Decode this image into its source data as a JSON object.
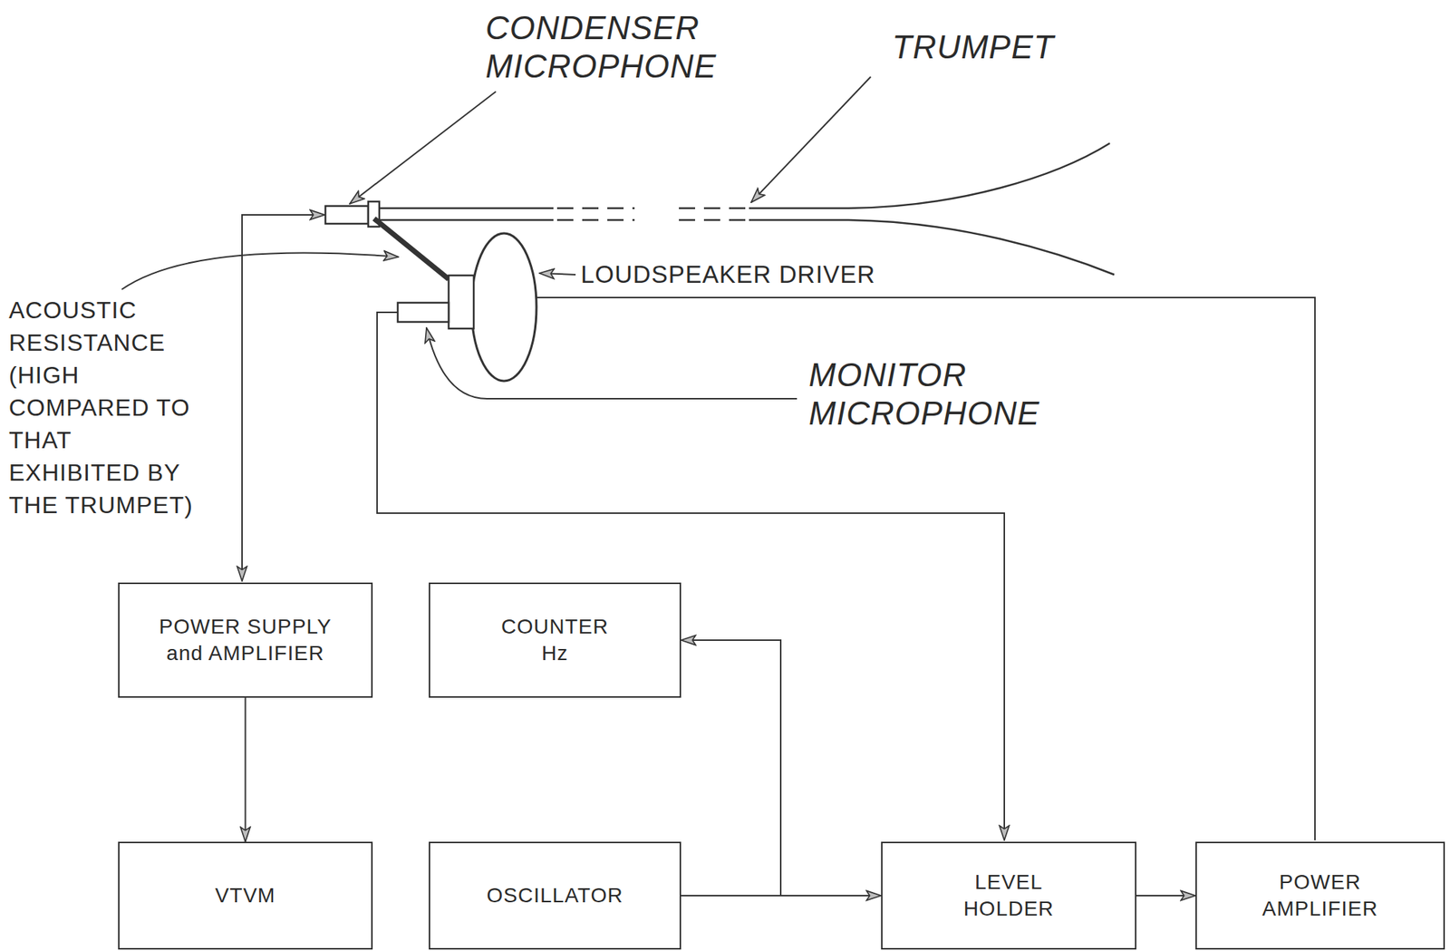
{
  "diagram": {
    "nodes": [
      {
        "text": [
          "POWER SUPPLY and AMPLIFIER"
        ]
      },
      {
        "text": [
          "COUNTER Hz"
        ]
      },
      {
        "text": [
          "VTVM"
        ]
      },
      {
        "text": [
          "OSCILLATOR"
        ]
      },
      {
        "text": [
          "LEVEL HOLDER"
        ]
      },
      {
        "text": [
          "POWER AMPLIFIER"
        ]
      }
    ],
    "edges": [
      {
        "from": 0,
        "to": 2,
        "arrow": "to"
      },
      {
        "from": 3,
        "to": 4,
        "arrow": "to"
      },
      {
        "from": 3,
        "to": 1,
        "arrow": "to"
      },
      {
        "from": 4,
        "to": 5,
        "arrow": "to"
      }
    ],
    "labels": [
      "CONDENSER MICROPHONE",
      "TRUMPET",
      "LOUDSPEAKER DRIVER",
      "MONITOR MICROPHONE",
      "ACOUSTIC RESISTANCE (HIGH COMPARED TO THAT EXHIBITED BY THE TRUMPET)"
    ]
  }
}
